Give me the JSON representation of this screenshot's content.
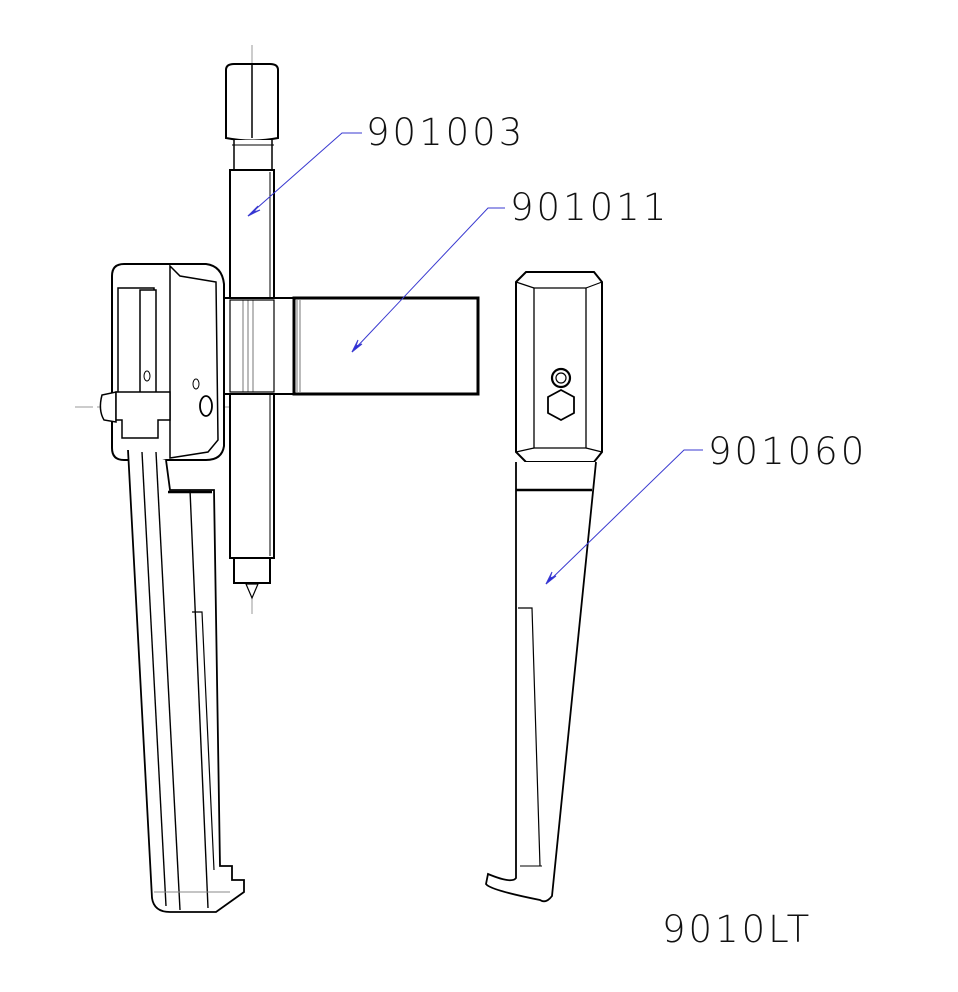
{
  "drawing": {
    "title": "9010LT",
    "type": "technical assembly drawing (puller)",
    "callouts": [
      {
        "part_number": "901003",
        "target": "forcing screw",
        "leader_color": "#3a3ad0"
      },
      {
        "part_number": "901011",
        "target": "cross bar",
        "leader_color": "#3a3ad0"
      },
      {
        "part_number": "901060",
        "target": "puller leg",
        "leader_color": "#3a3ad0"
      }
    ],
    "line_color": "#000000",
    "centerline_color": "#9a9a9a"
  }
}
